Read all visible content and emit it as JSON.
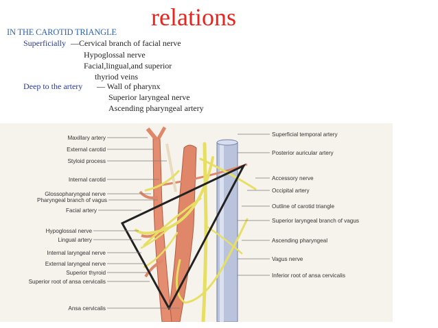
{
  "slide": {
    "title": "relations",
    "subheading": "IN THE CAROTID TRIANGLE",
    "superficially_label": "Superficially",
    "superficially_items": [
      "—Cervical branch of facial nerve",
      "Hypoglossal nerve",
      "Facial,lingual,and superior",
      "thyriod veins"
    ],
    "deep_label": "Deep to the artery",
    "deep_items": [
      "— Wall of pharynx",
      "Superior laryngeal nerve",
      "Ascending pharyngeal artery"
    ]
  },
  "figure": {
    "left_labels": [
      "Maxillary artery",
      "External carotid",
      "Styloid process",
      "Internal carotid",
      "Glossopharyngeal nerve",
      "Pharyngeal branch of vagus",
      "Facial artery",
      "Hypoglossal nerve",
      "Lingual artery",
      "Internal laryngeal nerve",
      "External laryngeal nerve",
      "Superior thyroid",
      "Superior root of ansa cervicalis",
      "Ansa cervicalis"
    ],
    "right_labels": [
      "Superficial temporal artery",
      "Posterior auricular artery",
      "Accessory nerve",
      "Occipital artery",
      "Outline of carotid triangle",
      "Superior laryngeal branch of vagus",
      "Ascending pharyngeal",
      "Vagus nerve",
      "Inferior root of ansa cervicalis"
    ],
    "colors": {
      "artery": "#e0876a",
      "nerve": "#e6df63",
      "vein": "#b9c4dc",
      "triangle": "#222222",
      "background": "#f6f2ec"
    }
  }
}
